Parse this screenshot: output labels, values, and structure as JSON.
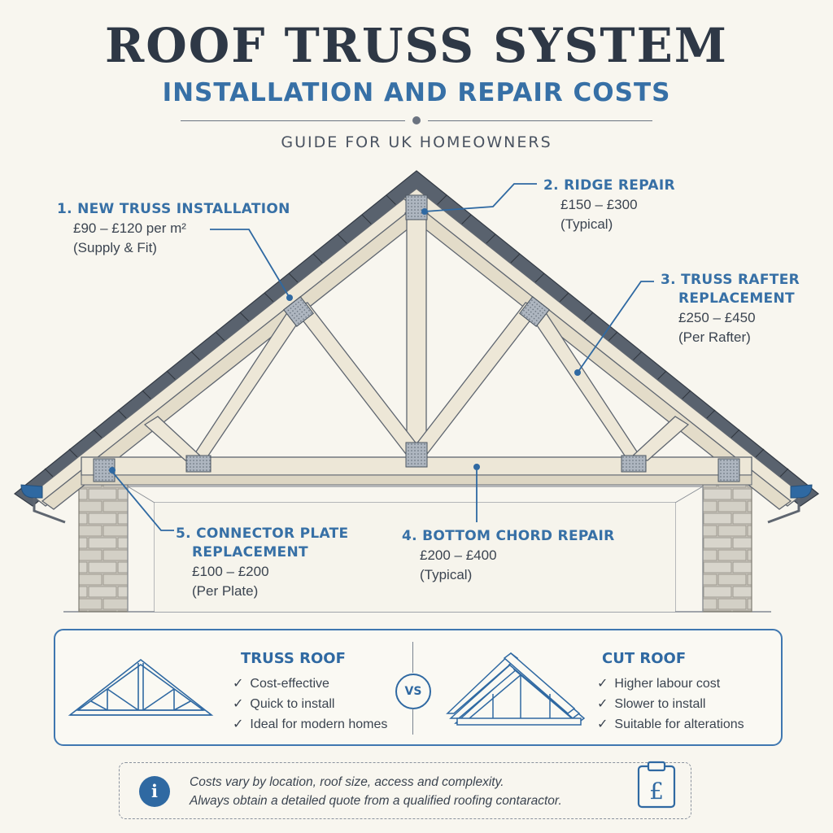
{
  "header": {
    "title": "ROOF TRUSS SYSTEM",
    "subtitle": "INSTALLATION AND REPAIR COSTS",
    "tagline": "GUIDE FOR UK HOMEOWNERS"
  },
  "callouts": [
    {
      "heading": "1. NEW TRUSS INSTALLATION",
      "lines": [
        "£90 – £120 per m²",
        "(Supply & Fit)"
      ]
    },
    {
      "heading": "2. RIDGE REPAIR",
      "lines": [
        "£150 – £300",
        "(Typical)"
      ]
    },
    {
      "heading": "3. TRUSS RAFTER",
      "heading2": "REPLACEMENT",
      "lines": [
        "£250 – £450",
        "(Per Rafter)"
      ]
    },
    {
      "heading": "4. BOTTOM CHORD REPAIR",
      "lines": [
        "£200 – £400",
        "(Typical)"
      ]
    },
    {
      "heading": "5. CONNECTOR PLATE",
      "heading2": "REPLACEMENT",
      "lines": [
        "£100 – £200",
        "(Per Plate)"
      ]
    }
  ],
  "comparison": {
    "vs_label": "VS",
    "left": {
      "title": "TRUSS ROOF",
      "items": [
        "Cost-effective",
        "Quick to install",
        "Ideal for modern homes"
      ]
    },
    "right": {
      "title": "CUT ROOF",
      "items": [
        "Higher labour cost",
        "Slower to install",
        "Suitable for alterations"
      ]
    },
    "check": "✓"
  },
  "note": {
    "icon": "info-icon",
    "lines": [
      "Costs vary by location, roof size, access and complexity.",
      "Always obtain a detailed quote from a qualified roofing contaractor."
    ],
    "quote_icon_symbol": "£"
  },
  "colors": {
    "accent": "#3770a6",
    "title": "#2e3846",
    "timber": "#ece6d6",
    "tiles": "#4e5764",
    "brick": "#c9c6bd"
  }
}
